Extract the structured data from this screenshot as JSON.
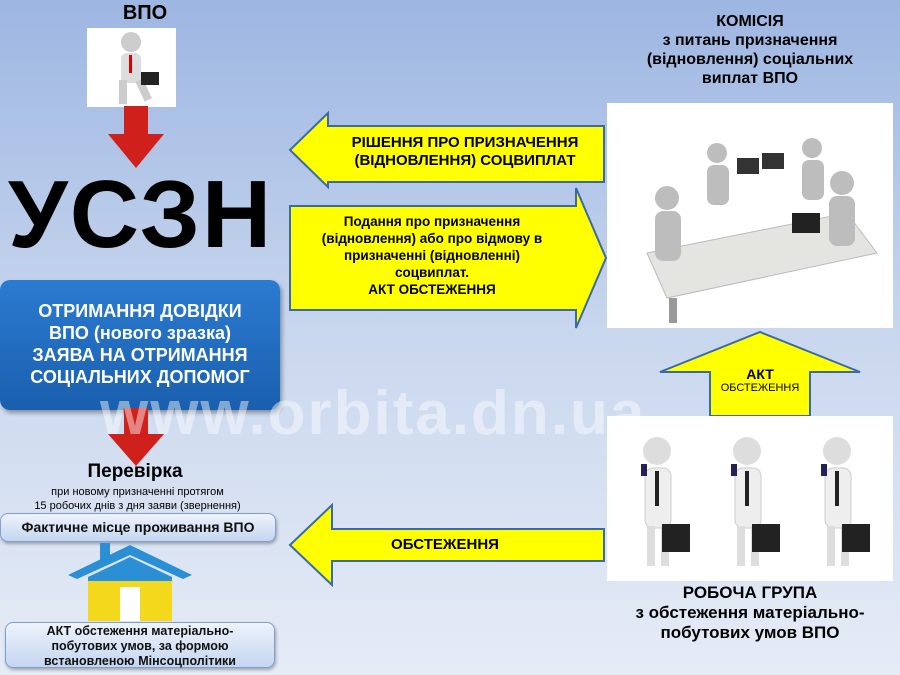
{
  "vpo_label": "ВПО",
  "uszn_label": "УСЗН",
  "blue_box": [
    "ОТРИМАННЯ ДОВІДКИ",
    "ВПО (нового зразка)",
    "ЗАЯВА НА ОТРИМАННЯ",
    "СОЦІАЛЬНИХ ДОПОМОГ"
  ],
  "check": {
    "title": "Перевірка",
    "lines": [
      "при новому призначенні протягом",
      "15 робочих днів з дня заяви (звернення)"
    ]
  },
  "residence_label": "Фактичне місце проживання ВПО",
  "act_box": [
    "АКТ обстеження матеріально-",
    "побутових умов, за формою",
    "встановленою Мінсоцполітики"
  ],
  "decision_arrow": [
    "РІШЕННЯ ПРО ПРИЗНАЧЕННЯ",
    "(ВІДНОВЛЕННЯ) СОЦВИПЛАТ"
  ],
  "submission_arrow": [
    "Подання про призначення",
    "(відновлення) або про відмову в",
    "призначенні (відновленні)",
    "соцвиплат.",
    "АКТ ОБСТЕЖЕННЯ"
  ],
  "commission_title": [
    "КОМІСІЯ",
    "з питань призначення",
    "(відновлення) соціальних",
    "виплат ВПО"
  ],
  "act_up_arrow": [
    "АКТ",
    "ОБСТЕЖЕННЯ"
  ],
  "inspection_arrow": "ОБСТЕЖЕННЯ",
  "work_group_title": [
    "РОБОЧА ГРУПА",
    "з обстеження матеріально-",
    "побутових умов ВПО"
  ],
  "watermark": "www.orbita.dn.ua",
  "colors": {
    "yellow": "#ffff00",
    "blue_box": "#1f6cc2",
    "red_arrow": "#d0201c",
    "house_blue": "#2b8fd6",
    "house_yellow": "#f3d81c"
  }
}
